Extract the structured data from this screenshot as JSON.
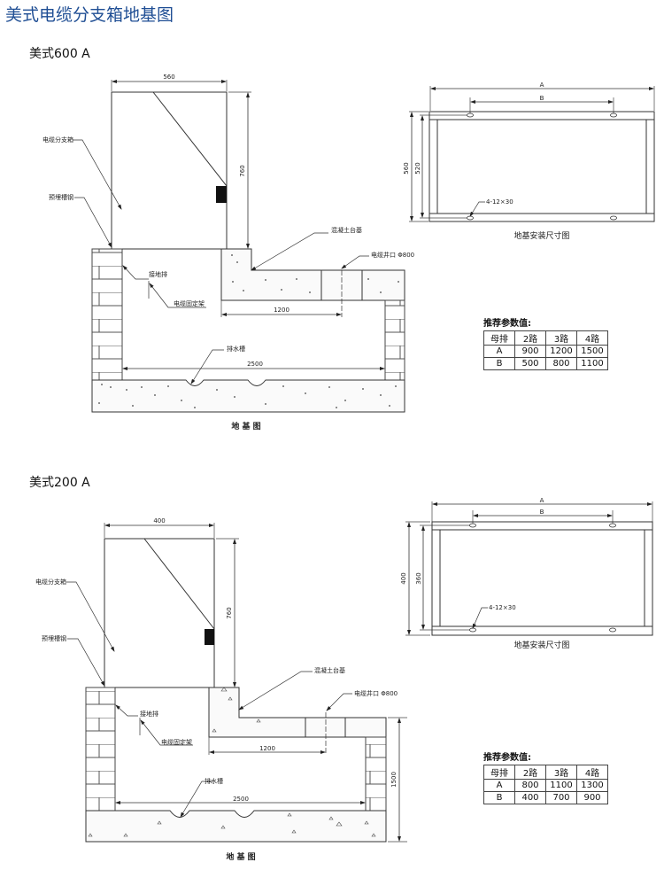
{
  "page_title": "美式电缆分支箱地基图",
  "sections": [
    {
      "title": "美式600 A",
      "box_width": "560",
      "box_height": "760",
      "labels": {
        "cabinet": "电缆分支箱",
        "channel_steel": "预埋槽钢",
        "concrete_base": "混凝土台基",
        "cable_well": "电缆井口 Φ800",
        "ground_bar": "接地排",
        "cable_bracket": "电缆固定架",
        "drain": "排水槽",
        "dim_1200": "1200",
        "dim_2500": "2500",
        "foundation_caption": "地 基 图"
      },
      "install": {
        "dim_a": "A",
        "dim_b": "B",
        "outer_height": "560",
        "inner_height": "520",
        "bolt_label": "4-12×30",
        "caption": "地基安装尺寸图"
      },
      "params": {
        "title": "推荐参数值:",
        "headers": [
          "母排",
          "2路",
          "3路",
          "4路"
        ],
        "rows": [
          [
            "A",
            "900",
            "1200",
            "1500"
          ],
          [
            "B",
            "500",
            "800",
            "1100"
          ]
        ]
      }
    },
    {
      "title": "美式200 A",
      "box_width": "400",
      "box_height": "760",
      "labels": {
        "cabinet": "电缆分支箱",
        "channel_steel": "预埋槽钢",
        "concrete_base": "混凝土台基",
        "cable_well": "电缆井口 Φ800",
        "ground_bar": "接地排",
        "cable_bracket": "电缆固定架",
        "drain": "排水槽",
        "dim_1200": "1200",
        "dim_2500": "2500",
        "dim_1500": "1500",
        "foundation_caption": "地 基 图"
      },
      "install": {
        "dim_a": "A",
        "dim_b": "B",
        "outer_height": "400",
        "inner_height": "360",
        "bolt_label": "4-12×30",
        "caption": "地基安装尺寸图"
      },
      "params": {
        "title": "推荐参数值:",
        "headers": [
          "母排",
          "2路",
          "3路",
          "4路"
        ],
        "rows": [
          [
            "A",
            "800",
            "1100",
            "1300"
          ],
          [
            "B",
            "400",
            "700",
            "900"
          ]
        ]
      }
    }
  ]
}
